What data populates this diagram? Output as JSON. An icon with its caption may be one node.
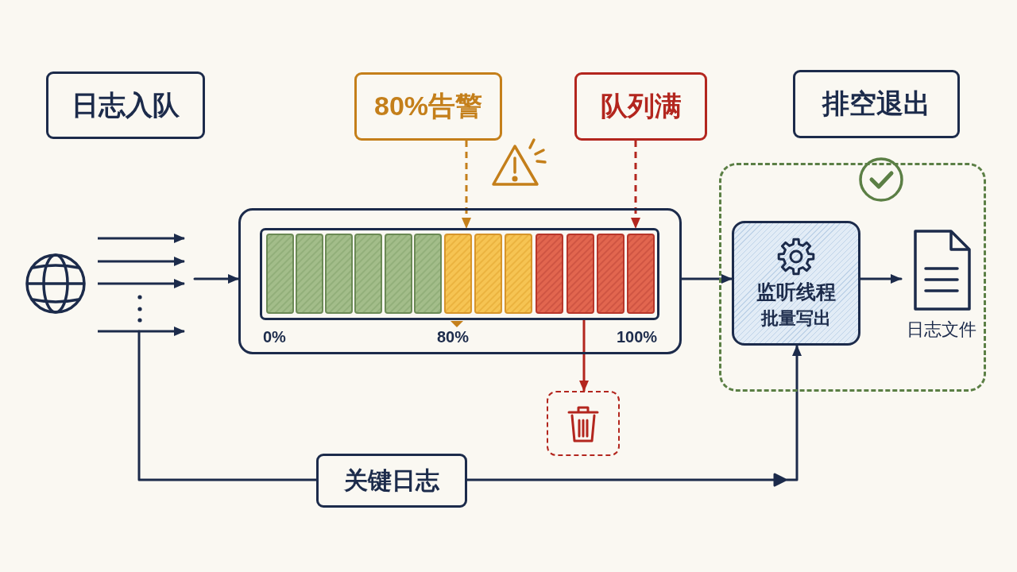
{
  "diagram": {
    "nodes": [
      {
        "text": [
          "日志入队"
        ]
      },
      {
        "text": [
          "80%告警"
        ]
      },
      {
        "text": [
          "队列满"
        ]
      },
      {
        "text": [
          "排空退出"
        ]
      },
      {
        "text": [],
        "shape": "box"
      },
      {
        "text": [],
        "shape": "bar",
        "in": 4,
        "beside": [
          "0%",
          "80%",
          "100%"
        ]
      },
      {
        "text": [],
        "shape": "box"
      },
      {
        "text": [
          "监听线程",
          "批量写出"
        ],
        "in": 6
      },
      {
        "text": [
          "日志文件"
        ],
        "in": 6
      },
      {
        "text": [],
        "shape": "box"
      },
      {
        "text": [
          "关键日志"
        ]
      }
    ],
    "edges": [
      {
        "from": null,
        "to": 4,
        "arrow": "to"
      },
      {
        "from": 1,
        "to": 5,
        "arrow": "to",
        "style": "dashed",
        "color": "#c47f1a"
      },
      {
        "from": 2,
        "to": 5,
        "arrow": "to",
        "style": "dashed",
        "color": "#b3261e"
      },
      {
        "from": 4,
        "to": 7,
        "arrow": "to"
      },
      {
        "from": 7,
        "to": 8,
        "arrow": "to"
      },
      {
        "from": 5,
        "to": 9,
        "arrow": "to",
        "color": "#b3261e"
      },
      {
        "from": null,
        "to": 10,
        "arrow": "none"
      },
      {
        "from": 10,
        "to": 7,
        "arrow": "to"
      }
    ]
  }
}
